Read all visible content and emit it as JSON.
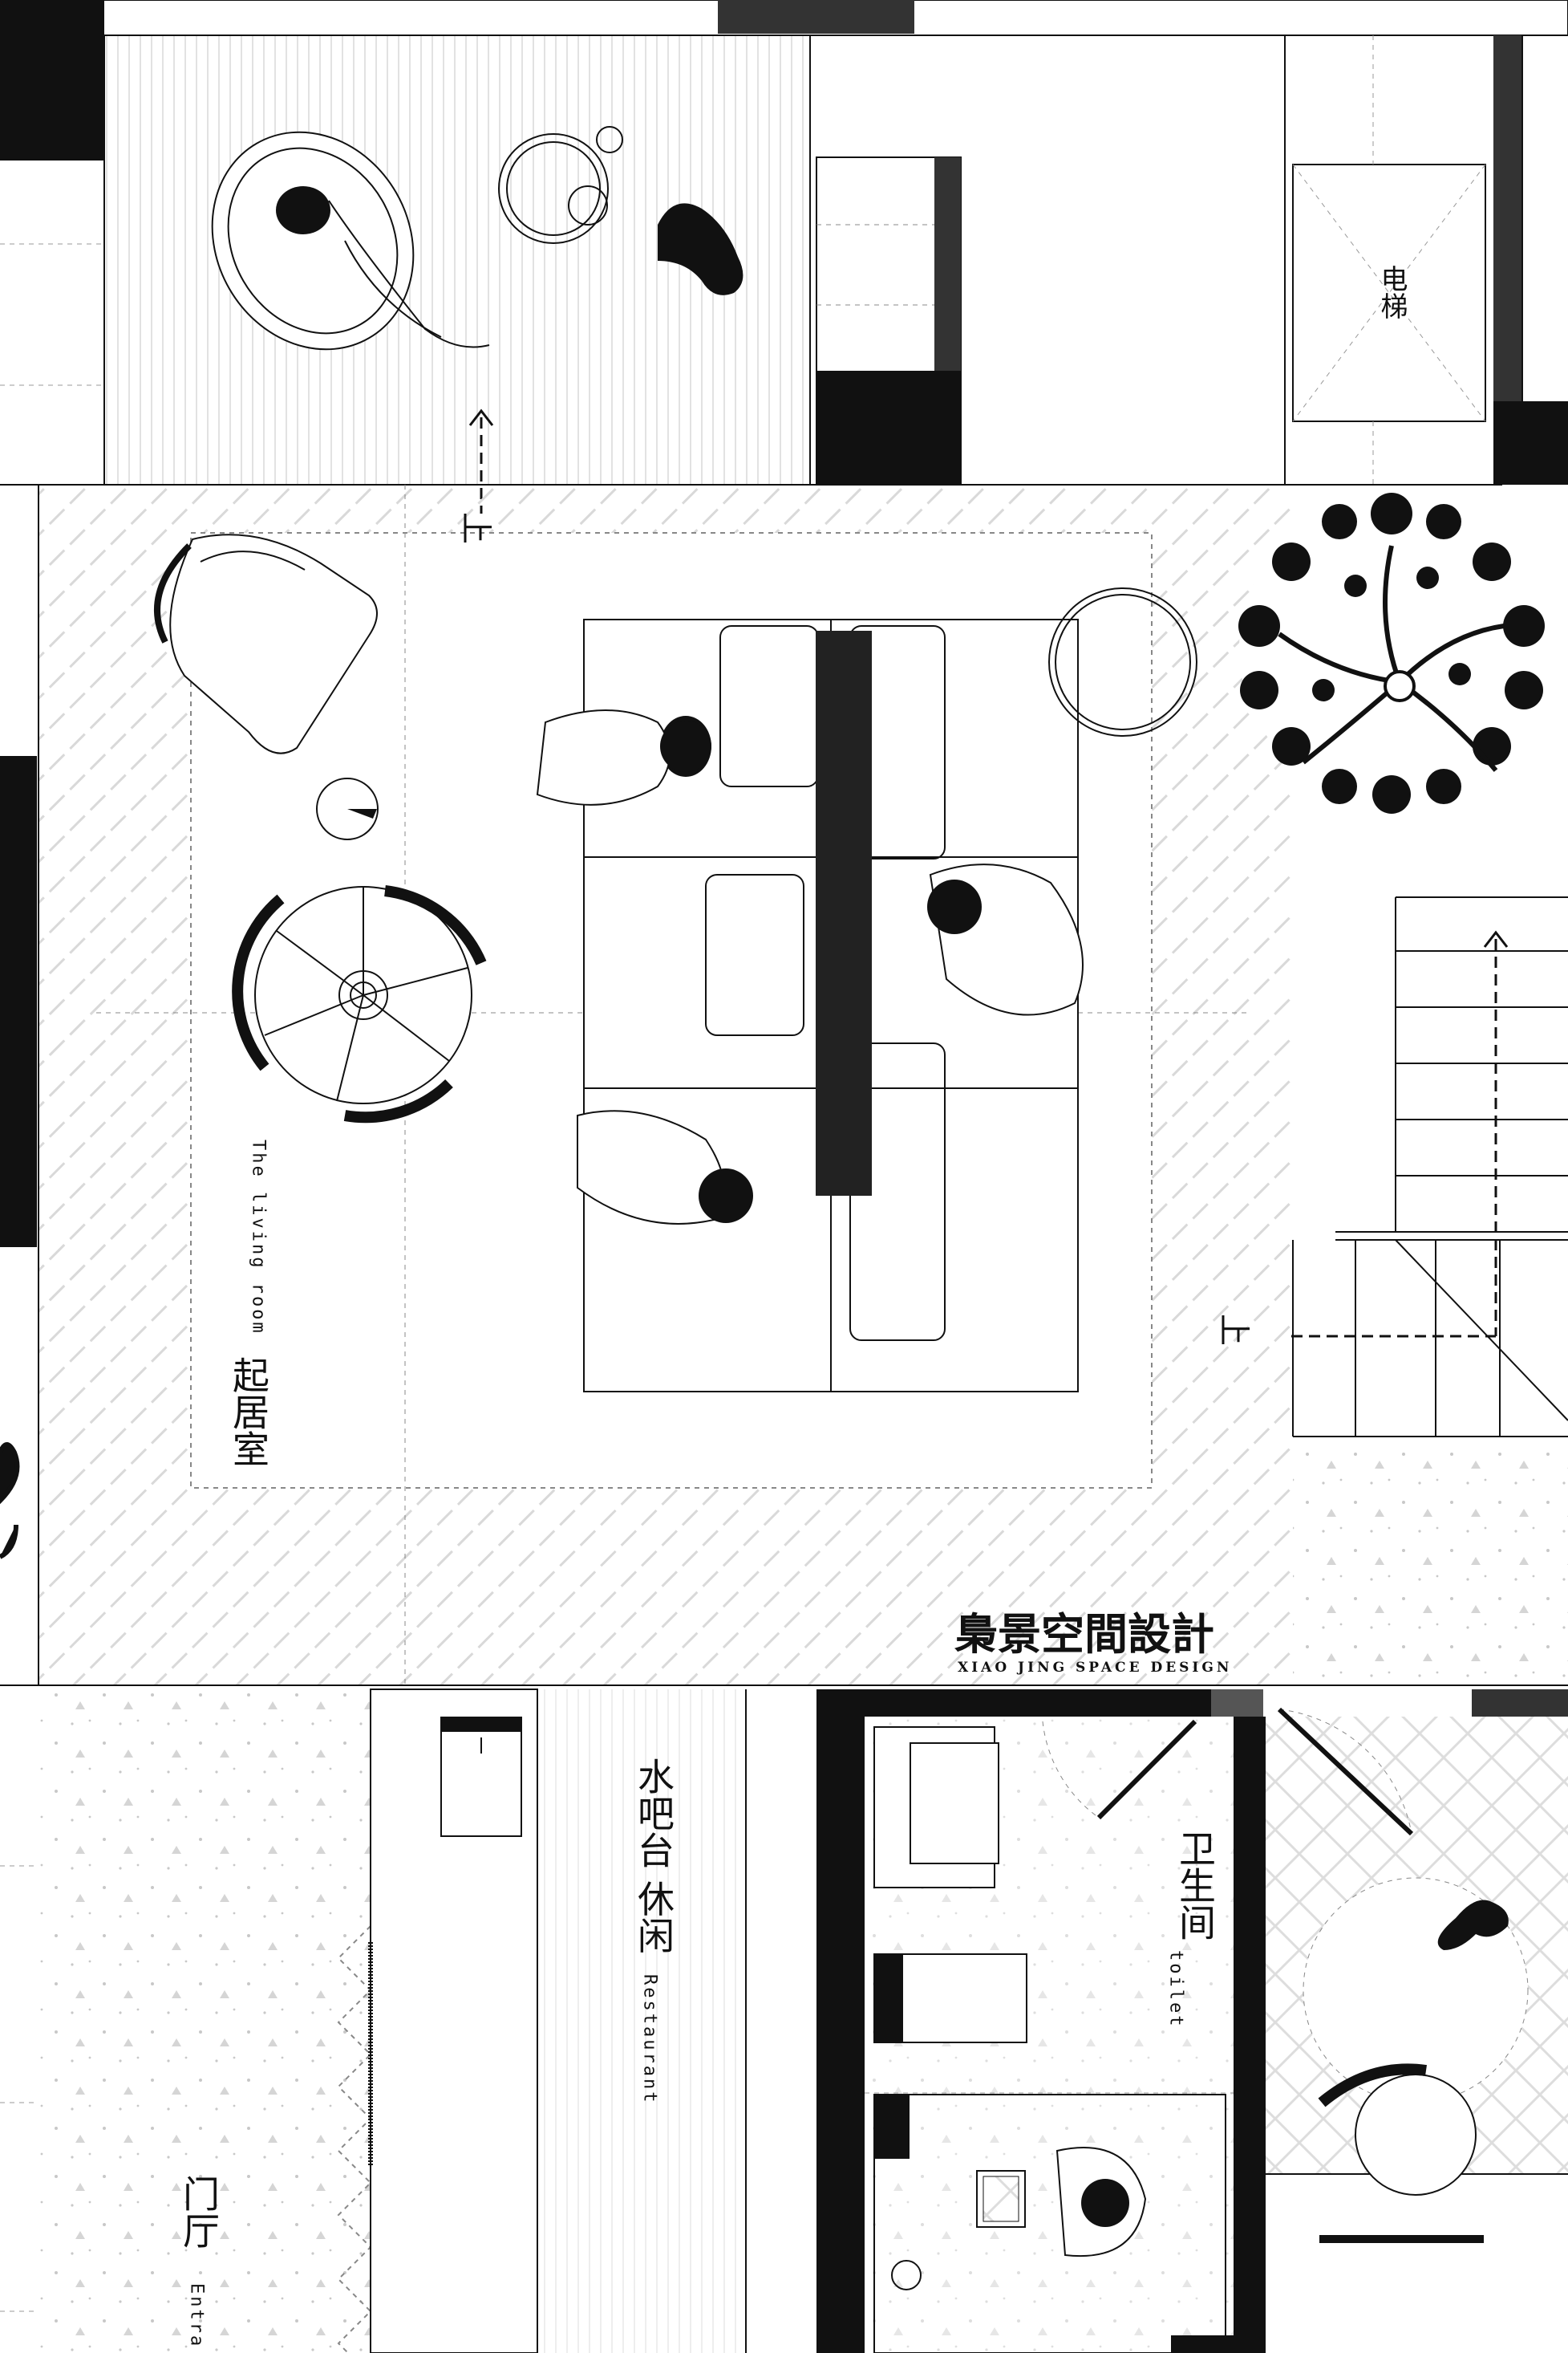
{
  "brand": {
    "name_cn": "梟景空間設計",
    "name_en": "XIAO JING SPACE DESIGN"
  },
  "rooms": {
    "living": {
      "cn": "起居室",
      "en": "The living room"
    },
    "bar": {
      "cn": "水吧台 休闲",
      "en": "Restaurant"
    },
    "toilet": {
      "cn": "卫生间",
      "en": "toilet"
    },
    "entrance": {
      "cn": "门厅",
      "en": "Entra"
    },
    "elevator": {
      "cn": "电梯"
    }
  },
  "stair_marks": {
    "up_1": "上",
    "up_2": "上"
  },
  "colors": {
    "line": "#111111",
    "wall_fill": "#111111",
    "hatch": "#d9d9d9",
    "dots": "#c8c8c8"
  }
}
